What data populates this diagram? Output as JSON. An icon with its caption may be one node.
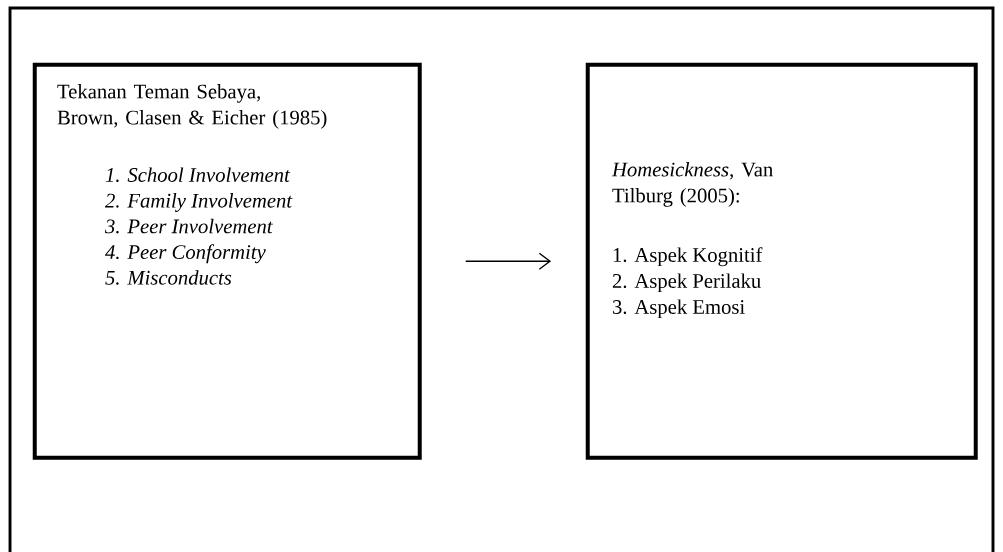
{
  "diagram": {
    "nodes": [
      {
        "text": [],
        "shape": "box"
      },
      {
        "text": [
          "Tekanan Teman Sebaya, Brown, Clasen & Eicher (1985)",
          "1. School Involvement",
          "2. Family Involvement",
          "3. Peer Involvement",
          "4. Peer Conformity",
          "5. Misconducts"
        ],
        "in": 0
      },
      {
        "text": [
          "*Homesickness*, Van Tilburg (2005):",
          "1. Aspek Kognitif",
          "2. Aspek Perilaku",
          "3. Aspek Emosi"
        ],
        "in": 0
      }
    ],
    "edges": [
      {
        "from": 1,
        "to": 2,
        "arrow": "to"
      }
    ]
  }
}
